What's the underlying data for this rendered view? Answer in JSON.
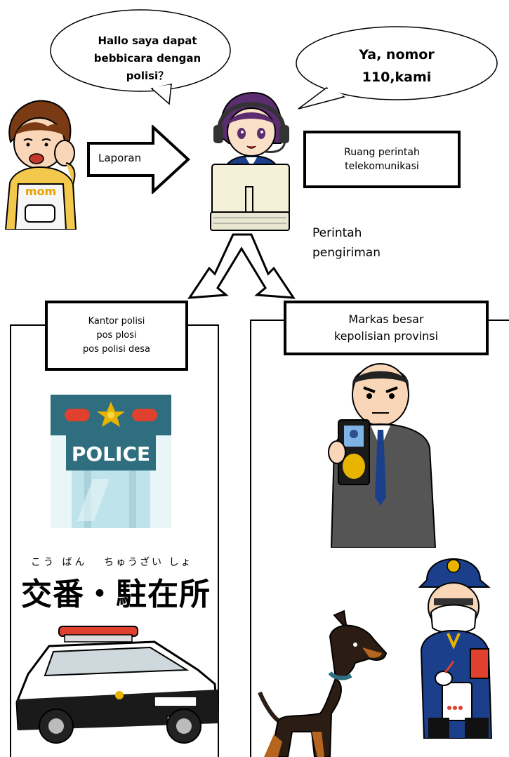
{
  "caller_bubble": {
    "line1": "Hallo saya dapat",
    "line2": "bebbicara dengan",
    "line3": "polisi？"
  },
  "operator_bubble": {
    "line1": "Ya, nomor",
    "line2": "110,kami"
  },
  "arrow_label": "Laporan",
  "command_room": {
    "line1": "Ruang perintah",
    "line2": "telekomunikasi"
  },
  "dispatch": {
    "line1": "Perintah",
    "line2": "pengiriman"
  },
  "left_panel": {
    "line1": "Kantor polisi",
    "line2": "pos plosi",
    "line3": "pos polisi desa"
  },
  "right_panel": {
    "line1": "Markas besar",
    "line2": "kepolisian provinsi"
  },
  "police_sign": "POLICE",
  "apron_text": "mom",
  "koban": {
    "furigana_left": "こう ばん",
    "furigana_right": "ちゅうざい しょ",
    "title": "交番・駐在所"
  },
  "colors": {
    "outline": "#000000",
    "police_blue": "#1c3f8c",
    "building_teal": "#2e6e7e",
    "building_glass": "#bfe3ea",
    "lamp_red": "#e0412e",
    "badge_gold": "#e8b400"
  }
}
